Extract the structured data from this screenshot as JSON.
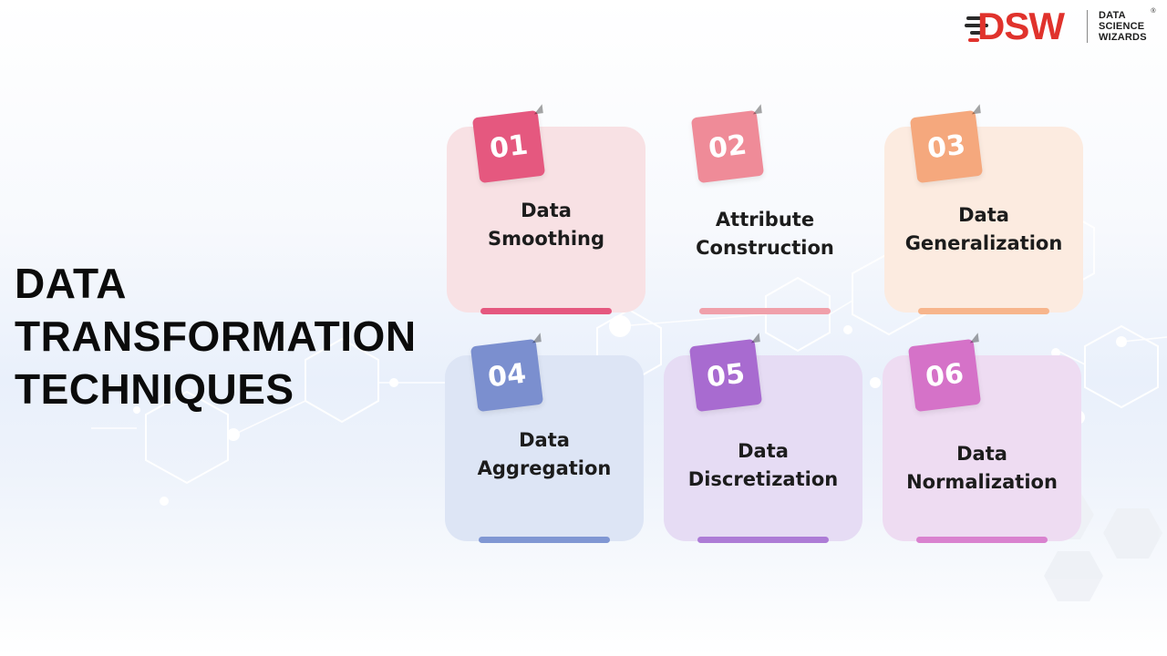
{
  "logo": {
    "letters": "DSW",
    "text_lines": [
      "DATA",
      "SCIENCE",
      "WIZARDS"
    ],
    "registered": "®",
    "icon": "speed-lines-icon",
    "colors": {
      "accent": "#e0322c",
      "dark": "#1c1c1c"
    }
  },
  "title": {
    "lines": [
      "DATA",
      "TRANSFORMATION",
      "TECHNIQUES"
    ]
  },
  "techniques": [
    {
      "number": "01",
      "lines": [
        "Data",
        "Smoothing"
      ],
      "badge_color": "#e5587f",
      "card_color": "#f8e1e4",
      "bar_color": "#e5587f"
    },
    {
      "number": "02",
      "lines": [
        "Attribute",
        "Construction"
      ],
      "badge_color": "#ef8b98",
      "card_color": "transparent",
      "bar_color": "#f0a0aa"
    },
    {
      "number": "03",
      "lines": [
        "Data",
        "Generalization"
      ],
      "badge_color": "#f5a87d",
      "card_color": "#fcebe0",
      "bar_color": "#f7b58c"
    },
    {
      "number": "04",
      "lines": [
        "Data",
        "Aggregation"
      ],
      "badge_color": "#7b8fcf",
      "card_color": "#dde5f5",
      "bar_color": "#8097d3"
    },
    {
      "number": "05",
      "lines": [
        "Data",
        "Discretization"
      ],
      "badge_color": "#a86bd0",
      "card_color": "#e6dcf4",
      "bar_color": "#ad7cd6"
    },
    {
      "number": "06",
      "lines": [
        "Data",
        "Normalization"
      ],
      "badge_color": "#d572c8",
      "card_color": "#eedcf2",
      "bar_color": "#d982cf"
    }
  ]
}
